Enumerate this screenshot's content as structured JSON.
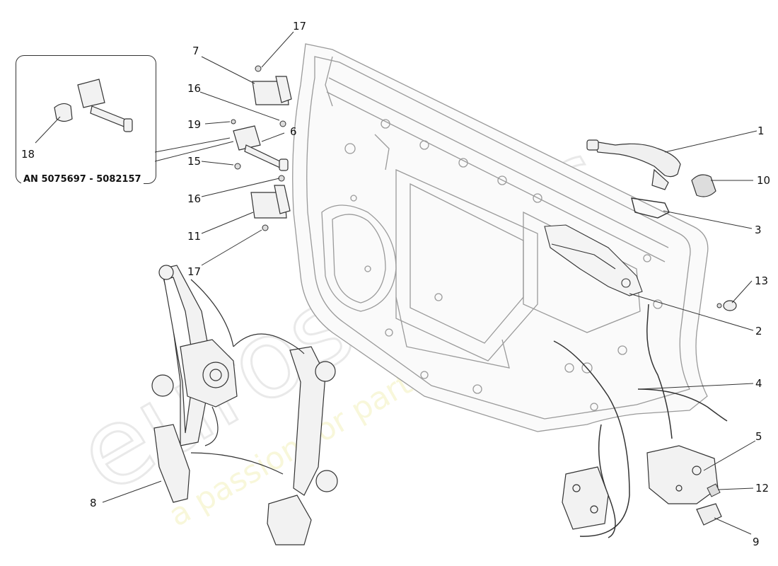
{
  "inset": {
    "label": "AN 5075697 - 5082157"
  },
  "watermark": {
    "brand": "eurospares",
    "tagline": "a passion for parts since 1985"
  },
  "callouts": {
    "n1": "1",
    "n2": "2",
    "n3": "3",
    "n4": "4",
    "n5": "5",
    "n6": "6",
    "n7": "7",
    "n8": "8",
    "n9": "9",
    "n10": "10",
    "n11": "11",
    "n12": "12",
    "n13": "13",
    "n15": "15",
    "n16a": "16",
    "n16b": "16",
    "n17a": "17",
    "n17b": "17",
    "n18": "18",
    "n19": "19"
  }
}
